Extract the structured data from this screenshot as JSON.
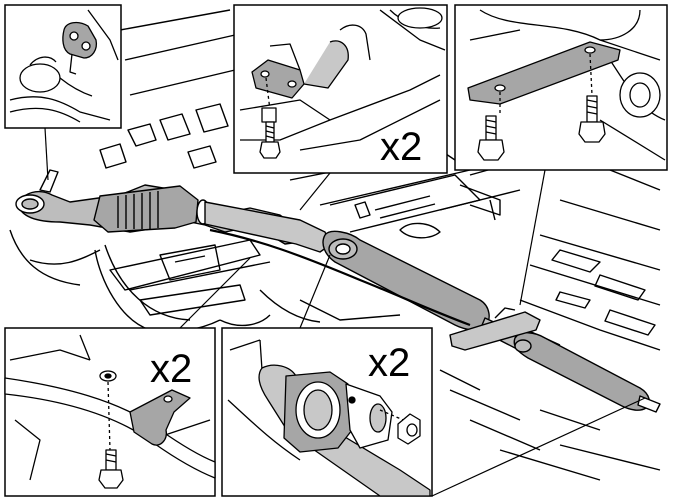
{
  "callouts": {
    "top_middle_qty": "x2",
    "bottom_left_qty": "x2",
    "bottom_middle_qty": "x2"
  },
  "colors": {
    "line": "#000000",
    "exhaust_gray": "#a6a6a6",
    "background": "#ffffff"
  }
}
